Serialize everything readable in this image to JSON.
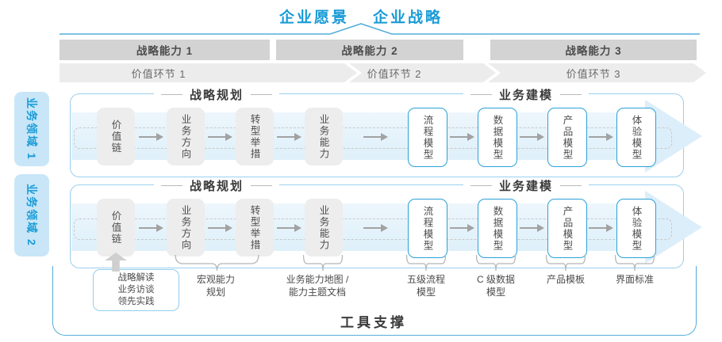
{
  "header": {
    "vision": "企业愿景",
    "strategy": "企业战略"
  },
  "strategic_capabilities": [
    "战略能力 1",
    "战略能力 2",
    "战略能力 3"
  ],
  "value_links": [
    "价值环节 1",
    "价值环节 2",
    "价值环节 3"
  ],
  "business_domains": [
    "业务领域 1",
    "业务领域 2"
  ],
  "row_sections": [
    "战略规划",
    "业务建模"
  ],
  "boxes": [
    {
      "label": "价值链",
      "type": "gray"
    },
    {
      "label": "业务方向",
      "type": "gray"
    },
    {
      "label": "转型举措",
      "type": "gray"
    },
    {
      "label": "业务能力",
      "type": "gray"
    },
    {
      "label": "流程模型",
      "type": "model"
    },
    {
      "label": "数据模型",
      "type": "model"
    },
    {
      "label": "产品模型",
      "type": "model"
    },
    {
      "label": "体验模型",
      "type": "model"
    }
  ],
  "tooling": {
    "practice_box": "战略解读\n业务访谈\n领先实践",
    "labels": [
      "宏观能力\n规划",
      "业务能力地图 /\n能力主题文档",
      "五级流程\n模型",
      "C 级数据\n模型",
      "产品模板",
      "界面标准"
    ],
    "footer": "工具支撑"
  },
  "colors": {
    "accent_blue": "#189bd7",
    "row_border_blue": "#9bcfec",
    "tool_border_blue": "#55acdb",
    "model_border_blue": "#2ba1d8",
    "band_blue": "#e6f3fb",
    "bar_gray": "#d3d3d3",
    "chevron_gray": "#ececec",
    "box_gray": "#ededed"
  }
}
